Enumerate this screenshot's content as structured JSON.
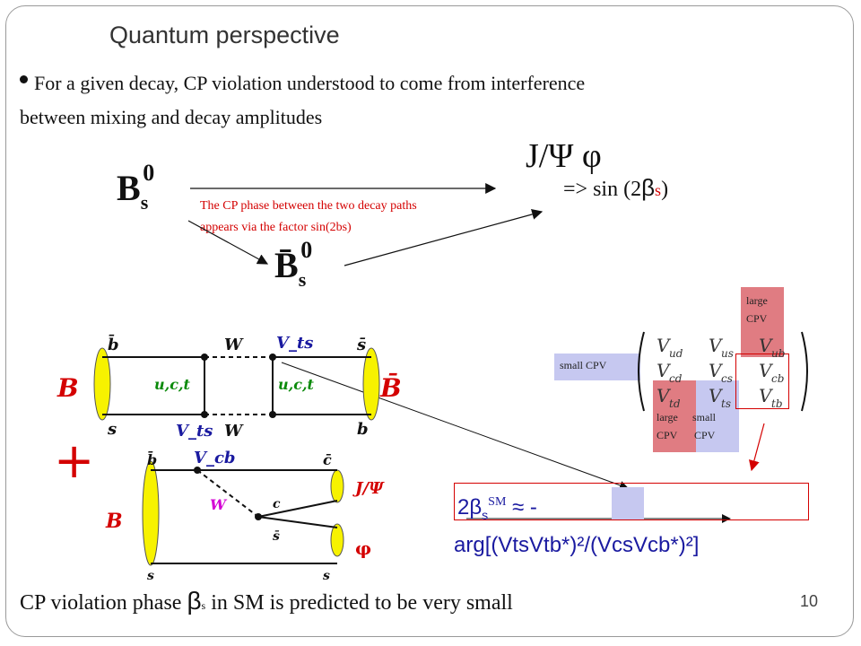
{
  "slide": {
    "title": "Quantum perspective",
    "bullet_line1": "For a given decay, CP violation understood to come from interference",
    "bullet_line2": "between mixing and decay amplitudes",
    "page_number": "10",
    "bottom_text_pre": "CP violation phase ",
    "bottom_symbol": "β",
    "bottom_sub": "s",
    "bottom_text_post": " in SM is predicted to be very small"
  },
  "decay": {
    "bs": "B",
    "bs_sub": "s",
    "bs_sup": "0",
    "bsbar": "B̄",
    "bsbar_sub": "s",
    "bsbar_sup": "0",
    "final_state": "J/Ψ φ",
    "result_prefix": "=> sin (2",
    "result_beta": "β",
    "result_sub": "s",
    "result_suffix": ")",
    "note_line1": "The CP phase between the two decay paths",
    "note_line2": "appears via the factor sin(2bs)"
  },
  "ckm": {
    "matrix": [
      [
        "V_ud",
        "V_us",
        "V_ub"
      ],
      [
        "V_cd",
        "V_cs",
        "V_cb"
      ],
      [
        "V_td",
        "V_ts",
        "V_tb"
      ]
    ],
    "labels": {
      "large_top": "large",
      "cpv_top": "CPV",
      "small_left": "small CPV",
      "large_bottom": "large",
      "small_bottom": "small",
      "cpv_bottom1": "CPV",
      "cpv_bottom2": "CPV"
    },
    "colors": {
      "large": "#e07c82",
      "small": "#c6c8f0",
      "red": "#d40000"
    }
  },
  "formula": {
    "line1_pre": "2",
    "line1_beta": "β",
    "line1_sub": "s",
    "line1_sup": "SM",
    "line1_post": " ≈ -",
    "line2": "arg[(VtsVtb*)²/(VcsVcb*)²]"
  },
  "feynman": {
    "box": {
      "b_bar": "b̄",
      "s_bar": "s̄",
      "s": "s",
      "b": "b",
      "W_top": "W",
      "W_bottom": "W",
      "Vts_top": "V_ts",
      "Vts_bottom": "V_ts",
      "uct_left": "u,c,t",
      "uct_right": "u,c,t",
      "Bs_left": "B",
      "Bs_right": "B̄"
    },
    "plus": "+",
    "tree": {
      "b_bar": "b̄",
      "Vcb": "V_cb",
      "c_top": "c̄",
      "W": "W",
      "c": "c",
      "s_bar": "s̄",
      "s_left": "s",
      "s_right": "s",
      "jpsi": "J/Ψ",
      "phi": "φ"
    }
  }
}
